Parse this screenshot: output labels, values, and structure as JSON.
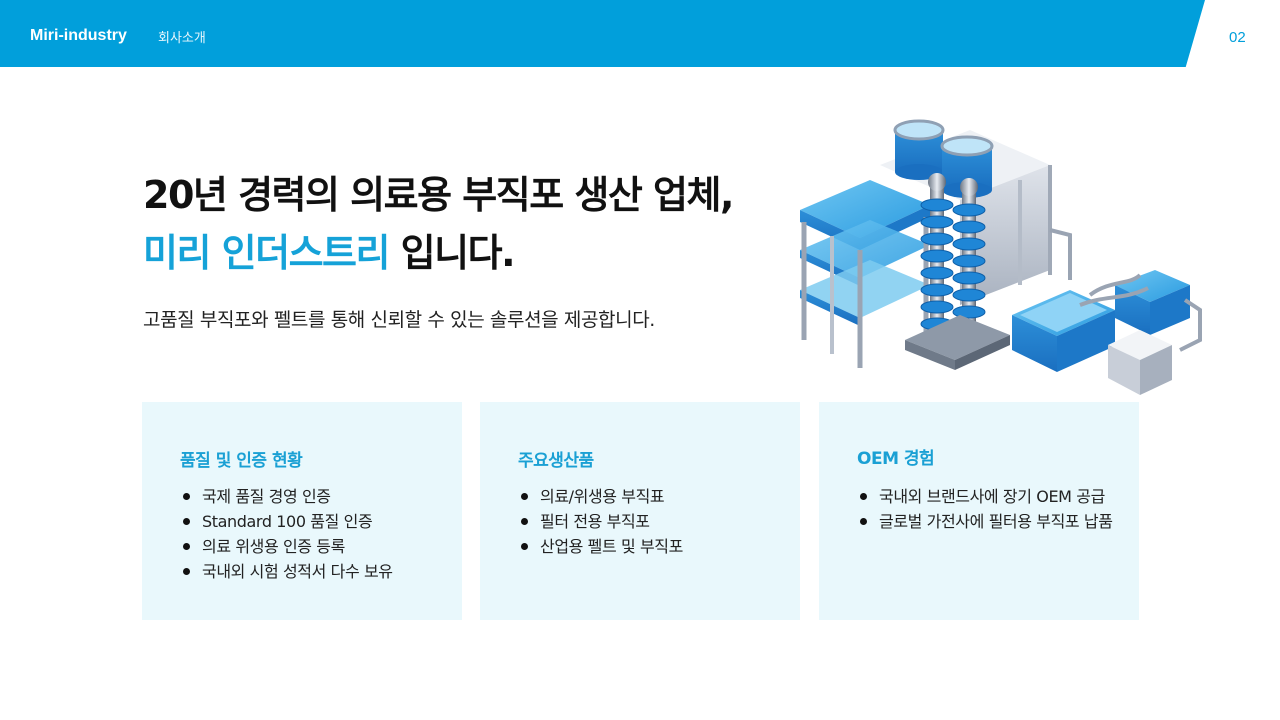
{
  "header": {
    "brand": "Miri-industry",
    "section": "회사소개",
    "page_number": "02"
  },
  "hero": {
    "headline_line1": "20년 경력의 의료용 부직포 생산 업체,",
    "headline_accent": "미리 인더스트리",
    "headline_rest": " 입니다.",
    "subtitle": "고품질 부직포와 펠트를 통해 신뢰할 수 있는 솔루션을 제공합니다."
  },
  "illustration": {
    "icon": "factory-illustration"
  },
  "cards": [
    {
      "title": "품질 및 인증 현황",
      "items": [
        "국제 품질 경영 인증",
        "Standard 100 품질 인증",
        "의료 위생용 인증 등록",
        "국내외 시험 성적서 다수 보유"
      ]
    },
    {
      "title": "주요생산품",
      "items": [
        "의료/위생용 부직표",
        "필터 전용 부직포",
        "산업용 펠트 및 부직포"
      ]
    },
    {
      "title": "OEM 경험",
      "items": [
        "국내외 브랜드사에 장기 OEM 공급",
        "글로벌 가전사에 필터용 부직포 납품"
      ]
    }
  ],
  "colors": {
    "brand": "#019fdb",
    "accent_text": "#15a2d8",
    "card_bg": "#e9f8fc"
  }
}
